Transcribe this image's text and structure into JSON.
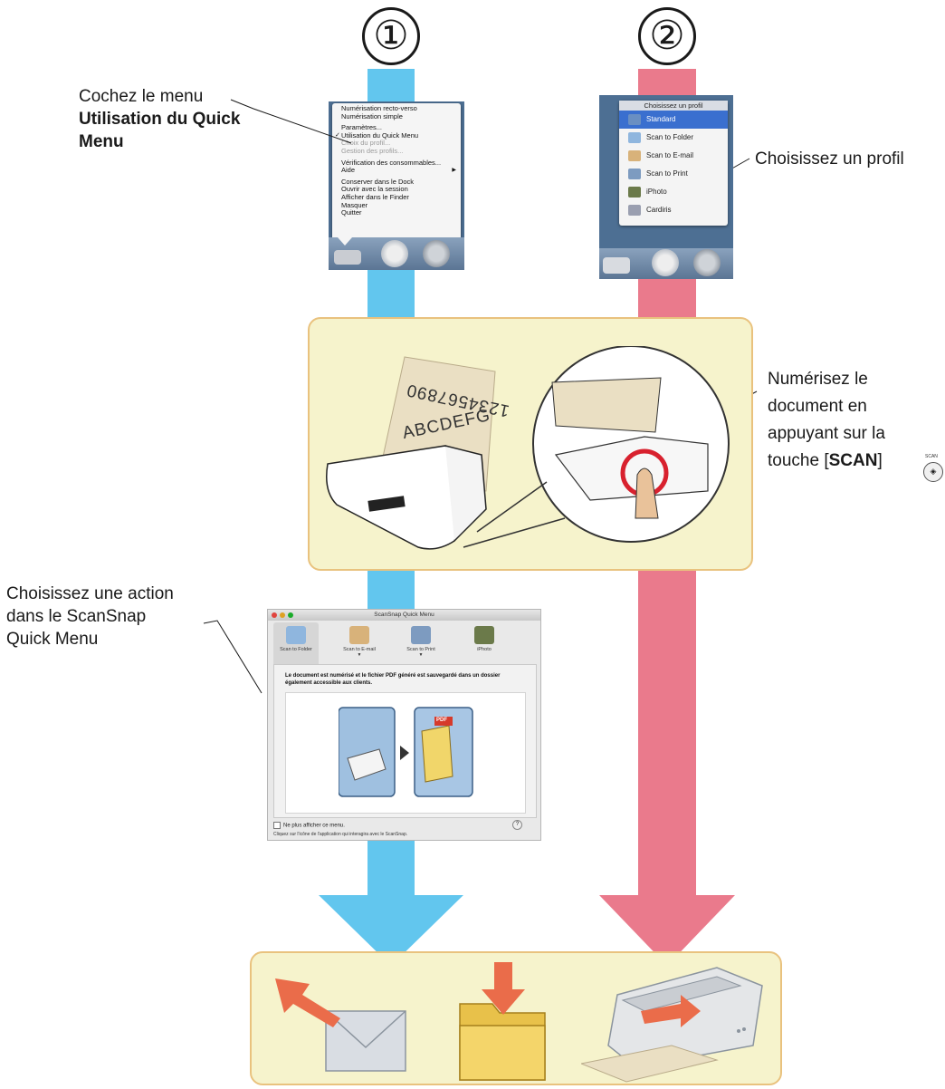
{
  "steps": {
    "one": "①",
    "two": "②"
  },
  "notes": {
    "check_menu_prefix": "Cochez le menu",
    "check_menu_bold": "Utilisation du Quick Menu",
    "choose_profile": "Choisissez un profil",
    "scan_line1": "Numérisez le",
    "scan_line2": "document en",
    "scan_line3": "appuyant sur la",
    "scan_line4_prefix": "touche [",
    "scan_line4_bold": "SCAN",
    "scan_line4_suffix": "]",
    "scan_button_label": "SCAN",
    "choose_action_line1": "Choisissez une action",
    "choose_action_line2": "dans le ScanSnap",
    "choose_action_line3": "Quick Menu"
  },
  "menu1": {
    "items": [
      {
        "label": "Numérisation recto-verso",
        "state": "normal"
      },
      {
        "label": "Numérisation simple",
        "state": "normal"
      },
      {
        "label": "",
        "state": "sep"
      },
      {
        "label": "Paramètres...",
        "state": "normal"
      },
      {
        "label": "Utilisation du Quick Menu",
        "state": "checked"
      },
      {
        "label": "Choix du profil...",
        "state": "disabled"
      },
      {
        "label": "Gestion des profils...",
        "state": "disabled"
      },
      {
        "label": "",
        "state": "sep"
      },
      {
        "label": "Vérification des consommables...",
        "state": "normal"
      },
      {
        "label": "Aide",
        "state": "submenu"
      },
      {
        "label": "",
        "state": "sep"
      },
      {
        "label": "Conserver dans le Dock",
        "state": "normal"
      },
      {
        "label": "Ouvrir avec la session",
        "state": "normal"
      },
      {
        "label": "Afficher dans le Finder",
        "state": "normal"
      },
      {
        "label": "Masquer",
        "state": "normal"
      },
      {
        "label": "Quitter",
        "state": "normal"
      }
    ]
  },
  "menu2": {
    "header": "Choisissez un profil",
    "items": [
      {
        "label": "Standard",
        "selected": true,
        "color": "#6a8fc2"
      },
      {
        "label": "Scan to Folder",
        "selected": false,
        "color": "#8fb6de"
      },
      {
        "label": "Scan to E-mail",
        "selected": false,
        "color": "#d8b27a"
      },
      {
        "label": "Scan to Print",
        "selected": false,
        "color": "#7d9bc0"
      },
      {
        "label": "iPhoto",
        "selected": false,
        "color": "#6b7a4a"
      },
      {
        "label": "Cardiris",
        "selected": false,
        "color": "#9a9fb0"
      }
    ]
  },
  "scanner_sheet": {
    "line1": "1234567890",
    "line2": "ABCDEFG"
  },
  "quick_menu": {
    "title": "ScanSnap Quick Menu",
    "tabs": [
      {
        "label": "Scan to Folder",
        "active": true
      },
      {
        "label": "Scan to E-mail",
        "active": false,
        "dropdown": true
      },
      {
        "label": "Scan to Print",
        "active": false,
        "dropdown": true
      },
      {
        "label": "iPhoto",
        "active": false
      }
    ],
    "description": "Le document est numérisé et le fichier PDF généré est sauvegardé dans un dossier également accessible aux clients.",
    "pdf_badge": "PDF",
    "checkbox_label": "Ne plus afficher ce menu.",
    "hint": "Cliquez sur l'icône de l'application qui interagira avec le ScanSnap.",
    "help": "?"
  },
  "colors": {
    "flow_one": "#62c6ee",
    "flow_two": "#ea7a8c",
    "panel_fill": "#f6f3cc",
    "panel_border": "#e9c27e",
    "arrow_accent": "#ea6c4a"
  }
}
